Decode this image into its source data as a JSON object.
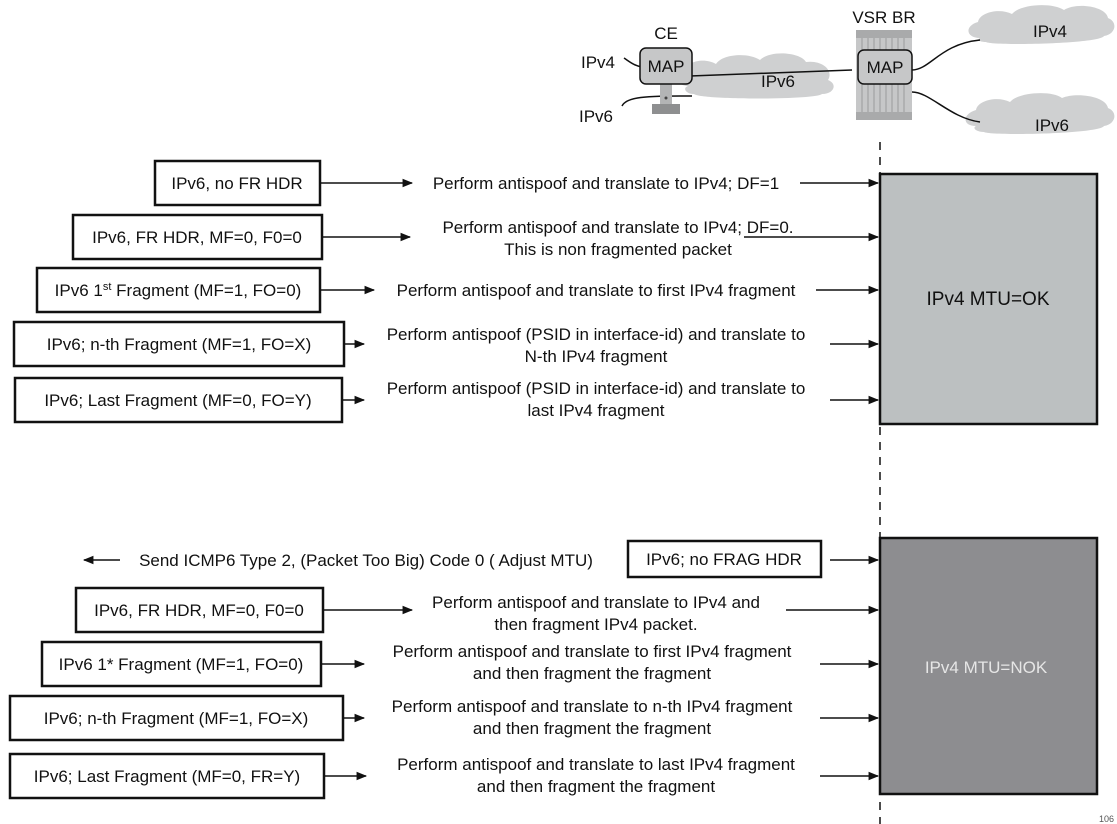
{
  "topology": {
    "ce_label": "CE",
    "ce_map": "MAP",
    "br_label": "VSR BR",
    "br_map": "MAP",
    "ce_ipv4": "IPv4",
    "ce_ipv6": "IPv6",
    "cloud_middle": "IPv6",
    "cloud_right_top": "IPv4",
    "cloud_right_bottom": "IPv6"
  },
  "section_ok": {
    "mtu_label": "IPv4 MTU=OK",
    "rows": [
      {
        "packet": "IPv6, no FR HDR",
        "action": "Perform antispoof and translate to IPv4; DF=1"
      },
      {
        "packet": "IPv6, FR HDR, MF=0, F0=0",
        "action_line1": "Perform antispoof and translate to IPv4; DF=0.",
        "action_line2": "This is non fragmented packet"
      },
      {
        "packet_pre": "IPv6 1",
        "packet_sup": "st",
        "packet_post": " Fragment (MF=1, FO=0)",
        "action": "Perform antispoof and translate to first IPv4 fragment"
      },
      {
        "packet": "IPv6; n-th Fragment (MF=1, FO=X)",
        "action_line1": "Perform antispoof (PSID in interface-id) and translate to",
        "action_line2": "N-th IPv4 fragment"
      },
      {
        "packet": "IPv6; Last Fragment (MF=0, FO=Y)",
        "action_line1": "Perform antispoof (PSID in interface-id) and translate to",
        "action_line2": "last IPv4 fragment"
      }
    ]
  },
  "section_nok": {
    "mtu_label": "IPv4 MTU=NOK",
    "icmp_row": {
      "action": "Send ICMP6 Type 2, (Packet Too Big) Code 0 ( Adjust MTU)",
      "packet": "IPv6; no FRAG HDR"
    },
    "rows": [
      {
        "packet": "IPv6, FR HDR, MF=0, F0=0",
        "action_line1": "Perform antispoof and translate to IPv4 and",
        "action_line2": "then fragment IPv4 packet."
      },
      {
        "packet": "IPv6 1* Fragment (MF=1, FO=0)",
        "action_line1": "Perform antispoof and translate to first IPv4 fragment",
        "action_line2": "and then fragment the fragment"
      },
      {
        "packet": "IPv6; n-th Fragment (MF=1, FO=X)",
        "action_line1": "Perform antispoof and translate to n-th IPv4 fragment",
        "action_line2": "and then fragment the fragment"
      },
      {
        "packet": "IPv6; Last Fragment (MF=0, FR=Y)",
        "action_line1": "Perform antispoof and translate to last IPv4 fragment",
        "action_line2": "and then fragment the fragment"
      }
    ]
  },
  "figure_id": "106",
  "colors": {
    "mtu_ok_fill": "#bcc0c1",
    "mtu_nok_fill": "#8d8d90",
    "cloud_fill": "#cfd0d1",
    "device_fill": "#c6c7c8",
    "line": "#111111"
  }
}
